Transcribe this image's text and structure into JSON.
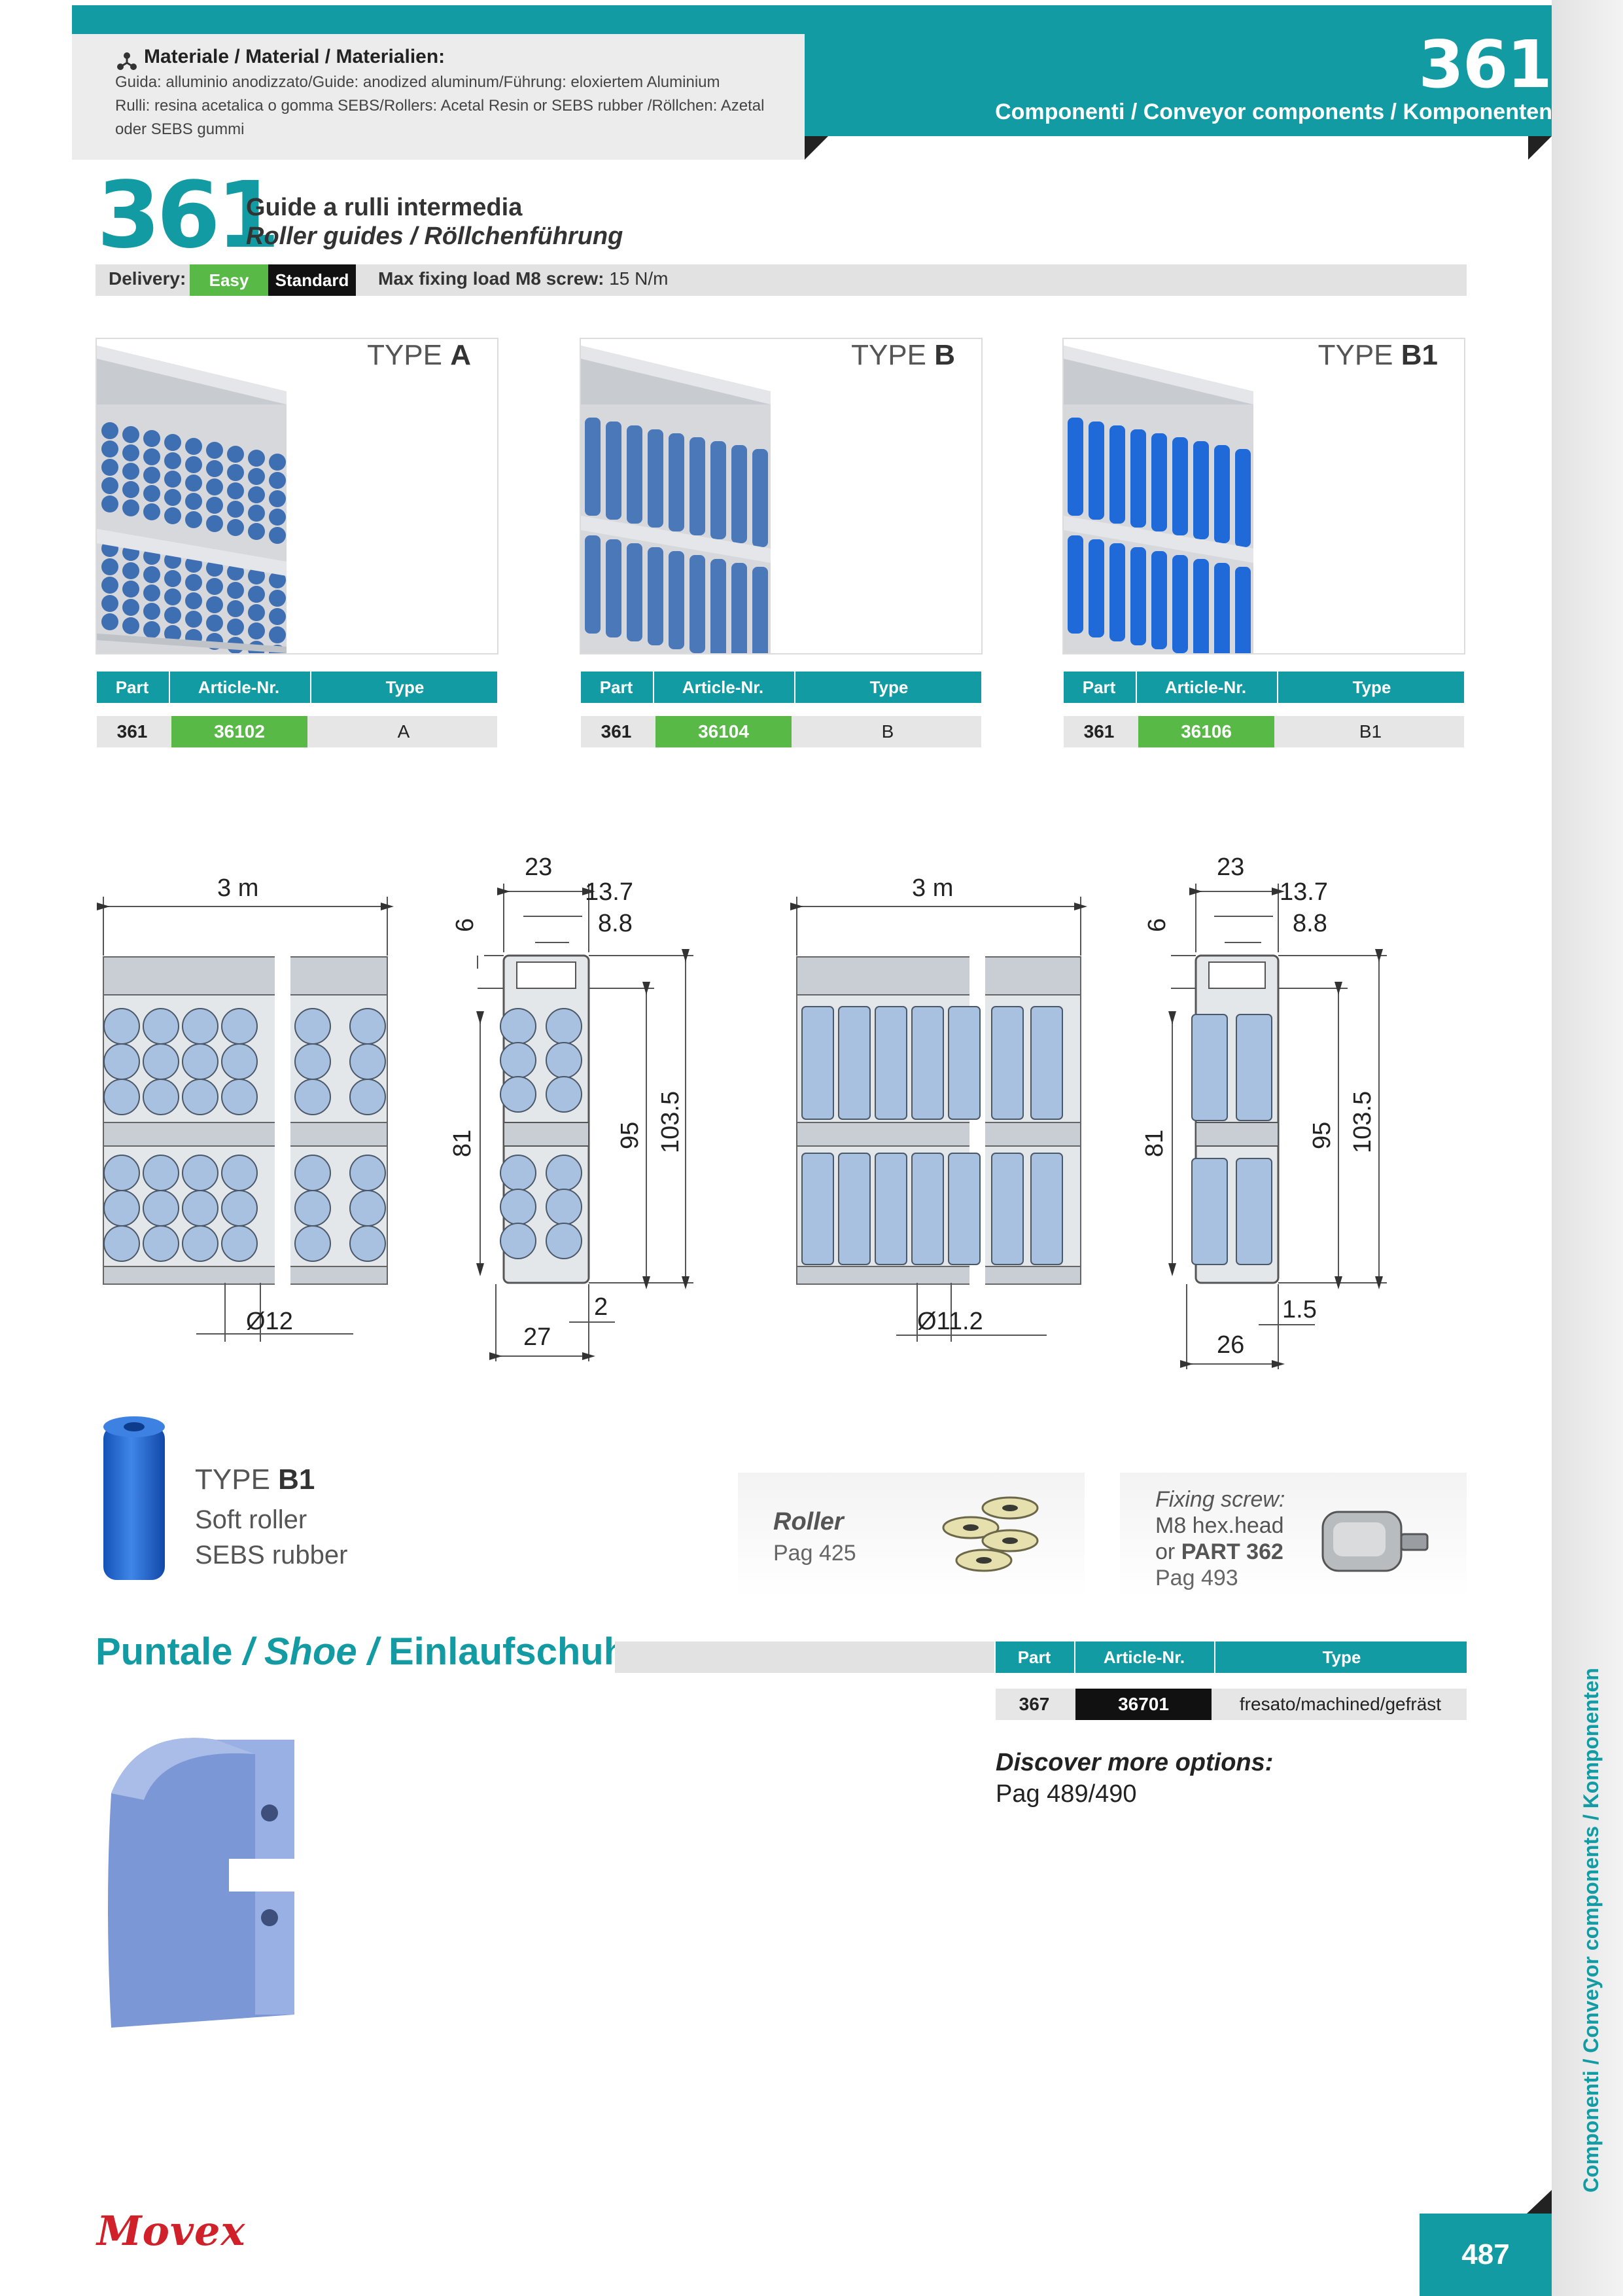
{
  "header": {
    "materials_title": "Materiale / Material / Materialien:",
    "materials_lines": [
      "Guida: alluminio anodizzato/Guide: anodized aluminum/Führung: eloxiertem Aluminium",
      "Rulli: resina acetalica o gomma SEBS/Rollers: Acetal Resin or SEBS rubber /Röllchen: Azetal",
      "oder SEBS gummi"
    ],
    "page_code": "361",
    "category": "Componenti / Conveyor components / Komponenten"
  },
  "product": {
    "code": "361",
    "title_it": "Guide a rulli intermedia",
    "title_en_de": "Roller guides / Röllchenführung"
  },
  "delivery": {
    "label": "Delivery:",
    "easy": "Easy",
    "standard": "Standard",
    "max_load_label": "Max fixing load M8 screw:",
    "max_load_value": "15 N/m"
  },
  "table_headers": {
    "part": "Part",
    "article": "Article-Nr.",
    "type": "Type"
  },
  "variants": [
    {
      "type_prefix": "TYPE",
      "type_name": "A",
      "part": "361",
      "article": "36102",
      "type": "A"
    },
    {
      "type_prefix": "TYPE",
      "type_name": "B",
      "part": "361",
      "article": "36104",
      "type": "B"
    },
    {
      "type_prefix": "TYPE",
      "type_name": "B1",
      "part": "361",
      "article": "36106",
      "type": "B1"
    }
  ],
  "drawings": {
    "left": {
      "length": "3 m",
      "diameter": "Ø12",
      "width_top": "23",
      "inner1": "13.7",
      "inner2": "8.8",
      "flange": "6",
      "h1": "81",
      "h2": "95",
      "h3": "103.5",
      "gap": "2",
      "width_bottom": "27"
    },
    "right": {
      "length": "3 m",
      "diameter": "Ø11.2",
      "width_top": "23",
      "inner1": "13.7",
      "inner2": "8.8",
      "flange": "6",
      "h1": "81",
      "h2": "95",
      "h3": "103.5",
      "gap": "1.5",
      "width_bottom": "26"
    }
  },
  "soft_roller": {
    "type_prefix": "TYPE",
    "type_name": "B1",
    "line1": "Soft roller",
    "line2": "SEBS rubber"
  },
  "roller_ref": {
    "title": "Roller",
    "page": "Pag 425"
  },
  "screw_ref": {
    "title": "Fixing screw:",
    "line1": "M8 hex.head",
    "line2_prefix": "or",
    "line2_bold": "PART 362",
    "page": "Pag 493"
  },
  "shoe": {
    "title_it": "Puntale",
    "sep": " / ",
    "title_en": "Shoe",
    "title_de": "Einlaufschuh",
    "part": "367",
    "article": "36701",
    "type": "fresato/machined/gefräst"
  },
  "more": {
    "title": "Discover more options:",
    "pages": "Pag 489/490"
  },
  "side_text": "Componenti / Conveyor components / Komponenten",
  "brand": "Movex",
  "page_number": "487",
  "colors": {
    "teal": "#139ba3",
    "green": "#58b947",
    "roller_blue": "#3f7fd0",
    "red": "#d0202a"
  }
}
